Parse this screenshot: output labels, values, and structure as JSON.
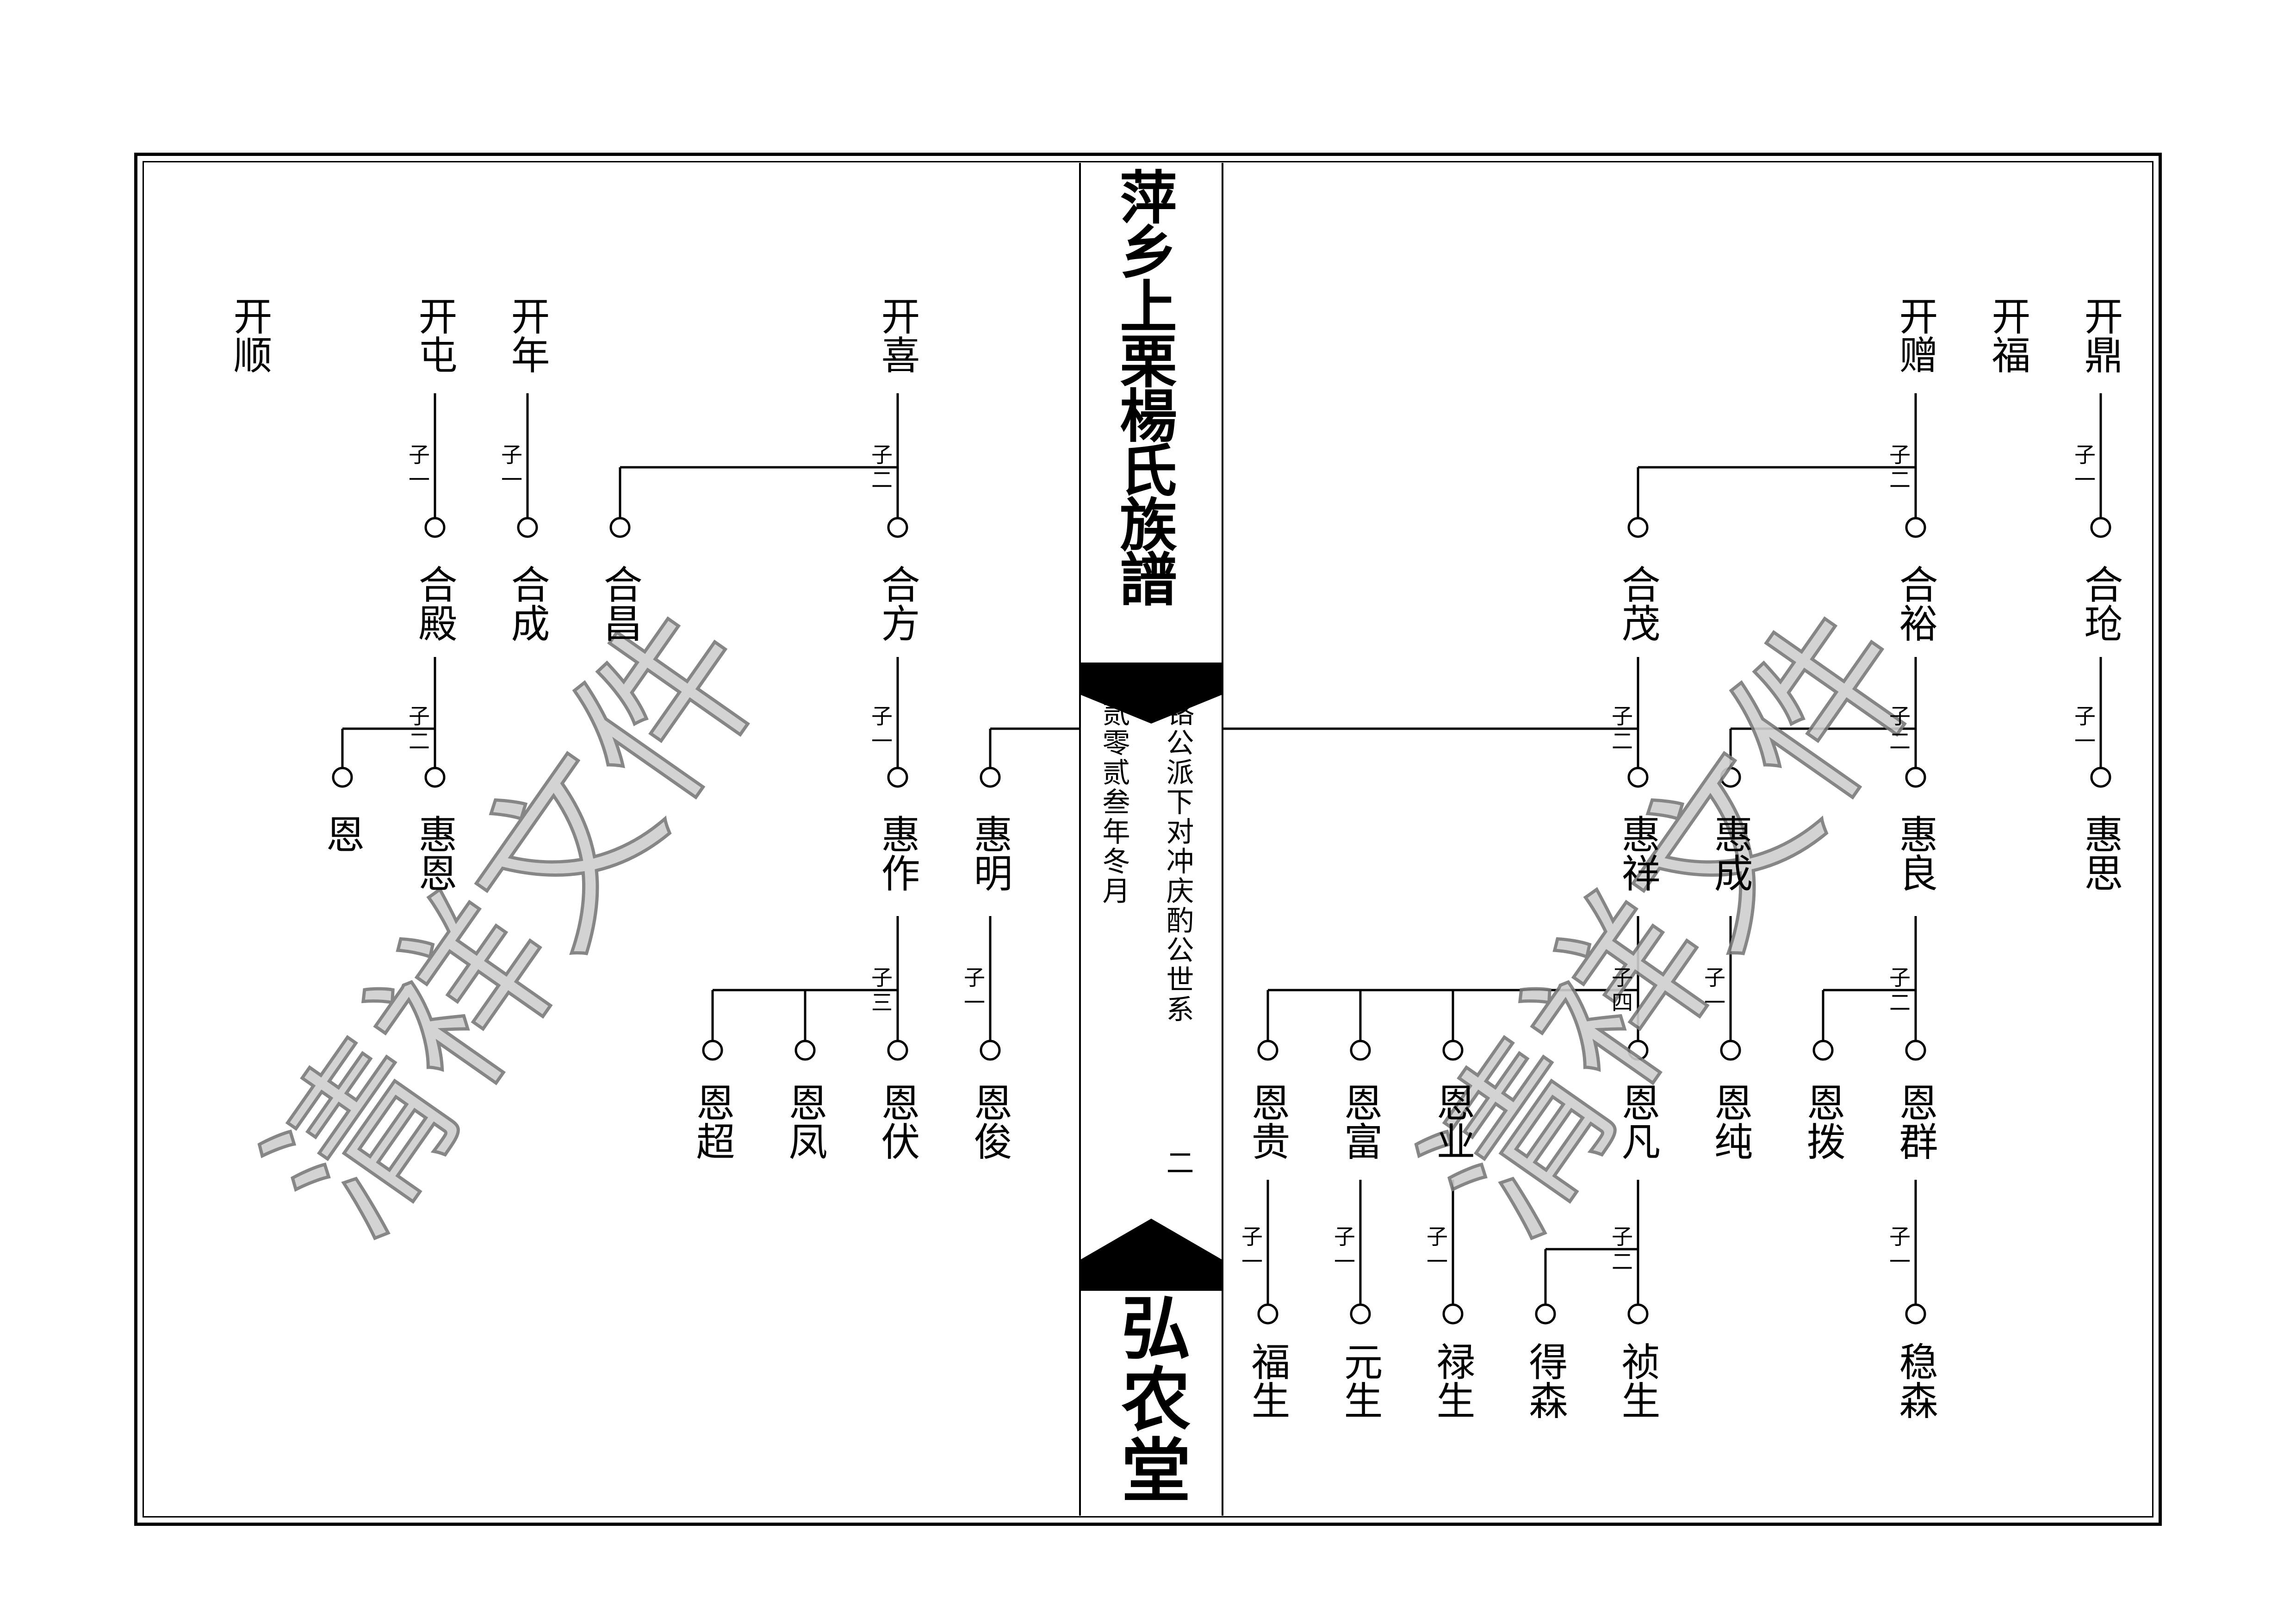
{
  "title": "萍乡上栗楊氏族譜",
  "lineage": "铬公派下对冲庆酌公世系",
  "date": "贰零贰叁年冬月",
  "page_no": "二",
  "hall": "弘农堂",
  "watermark": "清祥文件",
  "names": {
    "kai_shun": "开顺",
    "kai_tun": "开屯",
    "kai_nian": "开年",
    "kai_xi": "开喜",
    "he_dian": "合殿",
    "he_cheng": "合成",
    "he_chang": "合昌",
    "he_fang": "合方",
    "en_single": "恩",
    "hui_en": "惠恩",
    "hui_zuo": "惠作",
    "hui_ming": "惠明",
    "en_chao": "恩超",
    "en_feng": "恩凤",
    "en_fu": "恩伏",
    "en_jun": "恩俊",
    "kai_ding": "开鼎",
    "kai_fu": "开福",
    "kai_zeng": "开赠",
    "he_ling": "合玱",
    "he_yu": "合裕",
    "he_mao": "合茂",
    "hui_si": "惠思",
    "hui_liang": "惠良",
    "hui_cheng": "惠成",
    "hui_xiang": "惠祥",
    "en_qun": "恩群",
    "en_ba": "恩拨",
    "en_chun": "恩纯",
    "en_fan": "恩凡",
    "en_ye": "恩业",
    "en_fu2": "恩富",
    "en_gui": "恩贵",
    "wen_sen": "稳森",
    "zhen_sheng": "祯生",
    "de_sen": "得森",
    "lu_sheng": "禄生",
    "yuan_sheng": "元生",
    "fu_sheng": "福生"
  },
  "zi": {
    "z1": "子一",
    "z2": "子二",
    "z3": "子三",
    "z4": "子四"
  }
}
